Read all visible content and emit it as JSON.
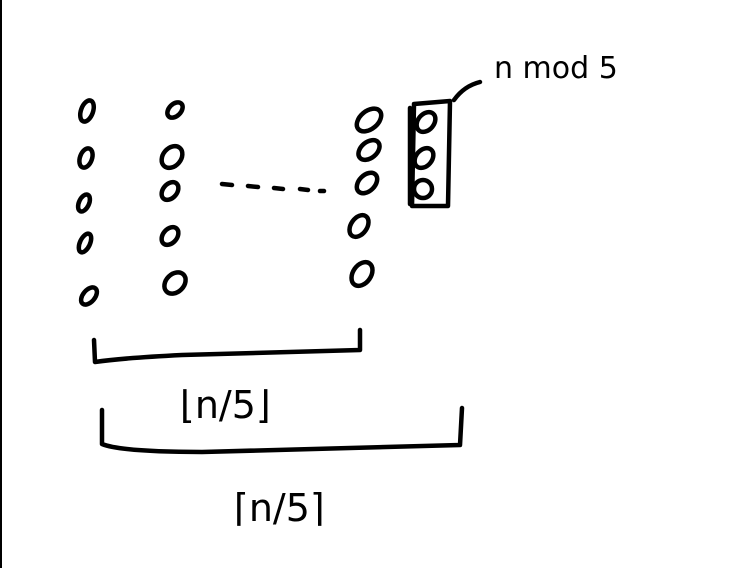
{
  "labels": {
    "remainder": "n mod 5",
    "floor": "⌊n/5⌋",
    "ceil": "⌈n/5⌉"
  },
  "colors": {
    "ink": "#000000",
    "background": "#ffffff"
  }
}
